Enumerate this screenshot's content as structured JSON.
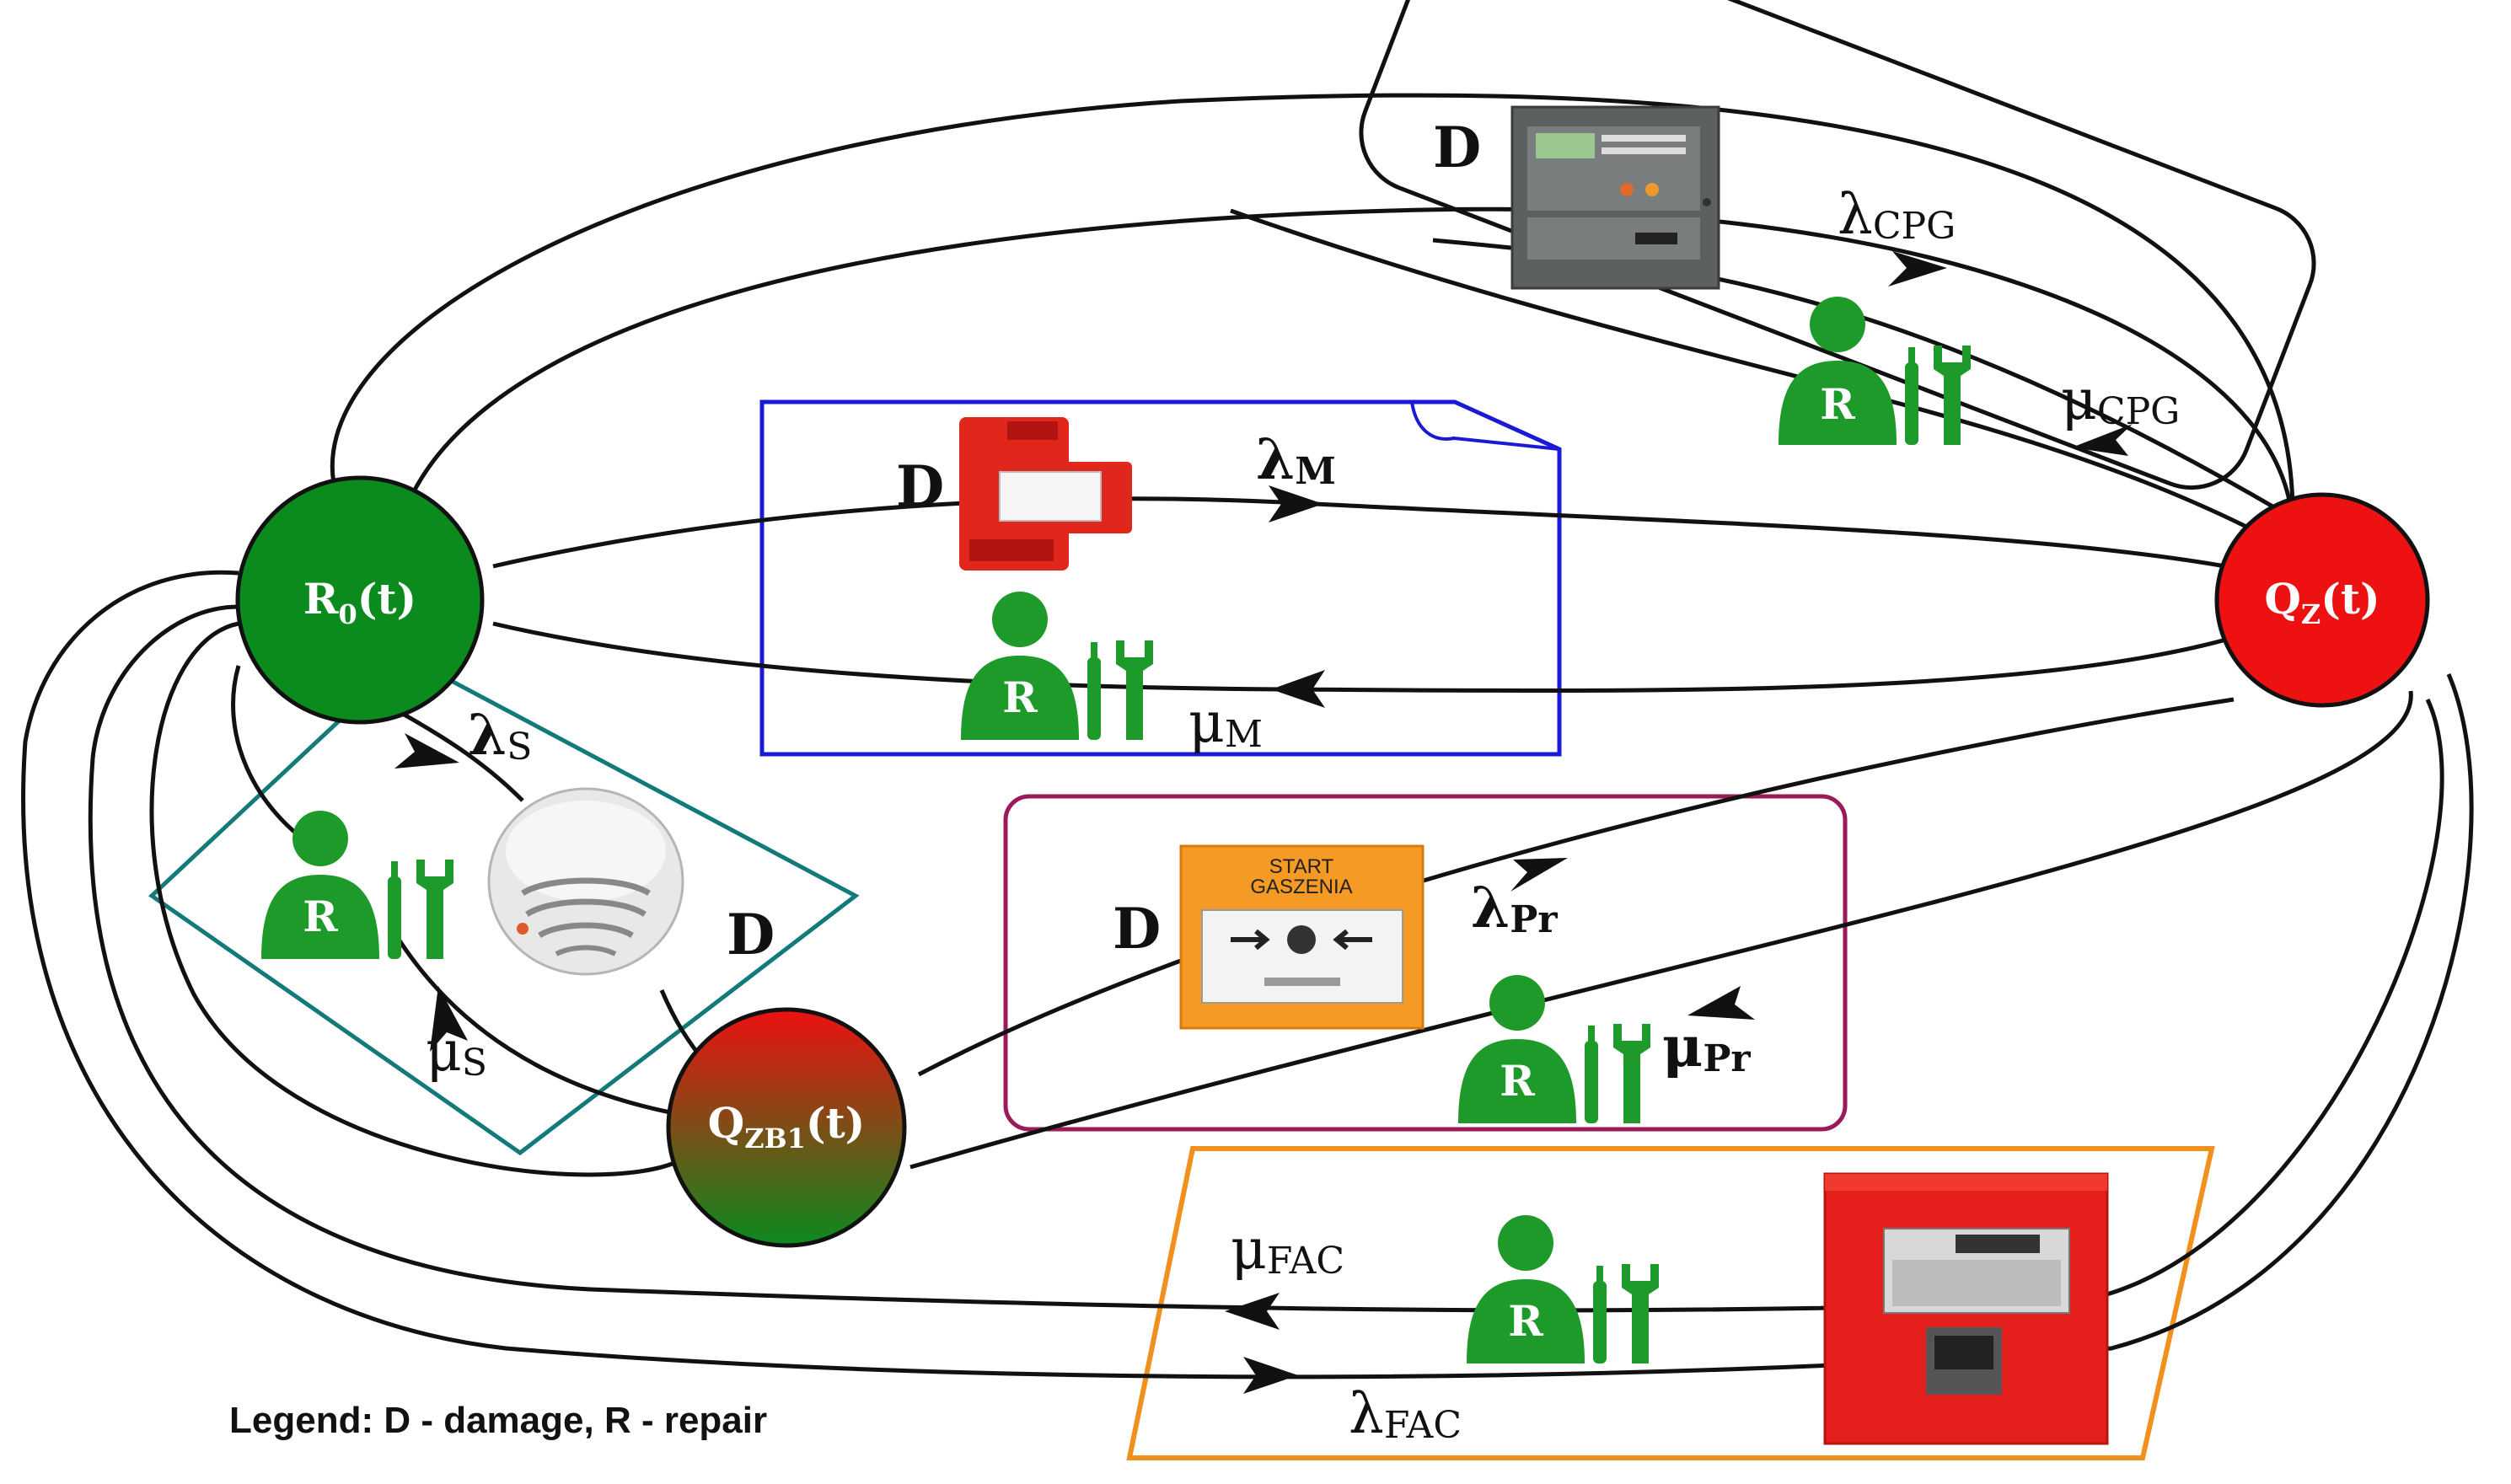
{
  "colors": {
    "green_node": "#0b8a1e",
    "red_node": "#ee1111",
    "repair_icon": "#1e9a2b",
    "box_cpg": "#111111",
    "box_m": "#1a1ad6",
    "box_s": "#137a7a",
    "box_pr": "#9b1a5a",
    "box_fac": "#f2901e"
  },
  "nodes": {
    "r0": {
      "main": "R",
      "sub": "0",
      "tail": "(t)"
    },
    "qz": {
      "main": "Q",
      "sub": "Z",
      "tail": "(t)"
    },
    "qzb1": {
      "main": "Q",
      "sub": "ZB1",
      "tail": "(t)"
    }
  },
  "rates": {
    "lambda_cpg": {
      "sym": "λ",
      "sub": "CPG"
    },
    "mu_cpg": {
      "sym": "μ",
      "sub": "CPG"
    },
    "lambda_m": {
      "sym": "λ",
      "sub": "M"
    },
    "mu_m": {
      "sym": "μ",
      "sub": "M"
    },
    "lambda_s": {
      "sym": "λ",
      "sub": "S"
    },
    "mu_s": {
      "sym": "μ",
      "sub": "S"
    },
    "lambda_pr": {
      "sym": "λ",
      "sub": "Pr"
    },
    "mu_pr": {
      "sym": "μ",
      "sub": "Pr"
    },
    "lambda_fac": {
      "sym": "λ",
      "sub": "FAC"
    },
    "mu_fac": {
      "sym": "μ",
      "sub": "FAC"
    }
  },
  "labels": {
    "damage": "D",
    "repair": "R",
    "manual_call_point_line1": "START",
    "manual_call_point_line2": "GASZENIA"
  },
  "legend": "Legend: D - damage, R - repair",
  "icons": {
    "repair": "repair-technician-icon",
    "gas_panel": "gas-extinguishing-control-panel-icon",
    "module": "din-rail-module-icon",
    "smoke_detector": "smoke-detector-icon",
    "call_point": "manual-call-point-icon",
    "fire_panel": "fire-alarm-control-panel-icon"
  }
}
